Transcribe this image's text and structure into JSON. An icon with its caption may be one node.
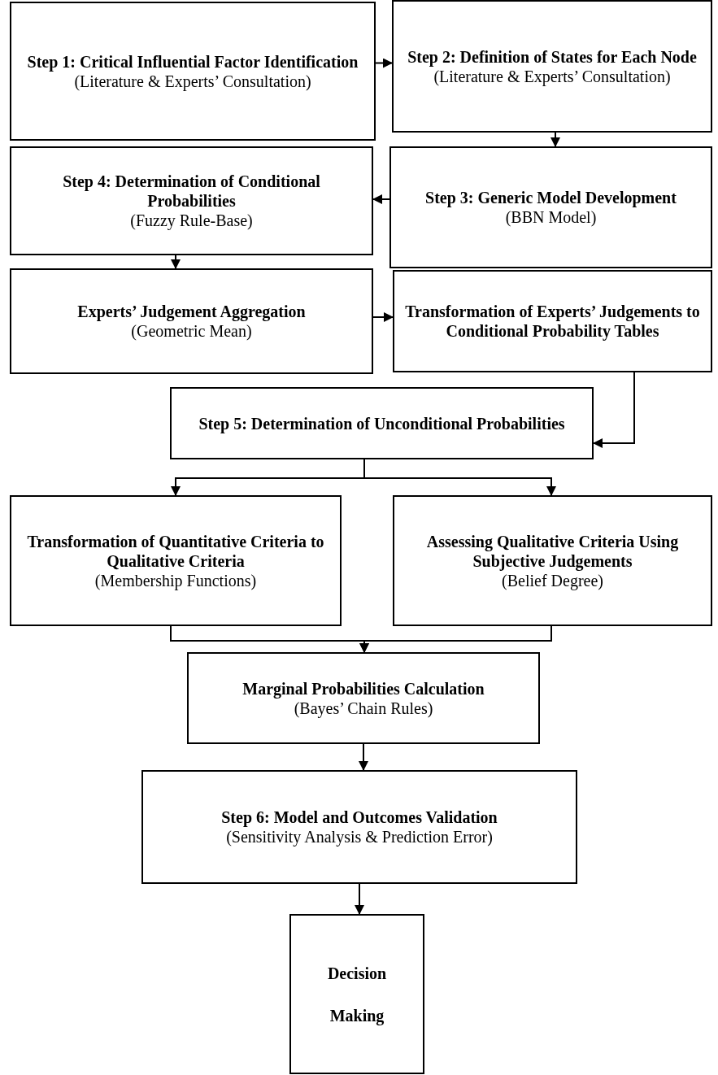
{
  "diagram": {
    "nodes": [
      {
        "text": [
          "Step 1: Critical Influential Factor Identification",
          "(Literature & Experts’ Consultation)"
        ]
      },
      {
        "text": [
          "Step 2: Definition of States for Each Node",
          "(Literature & Experts’ Consultation)"
        ]
      },
      {
        "text": [
          "Step 3: Generic Model Development",
          "(BBN Model)"
        ]
      },
      {
        "text": [
          "Step 4: Determination of Conditional Probabilities",
          "(Fuzzy Rule-Base)"
        ]
      },
      {
        "text": [
          "Experts’ Judgement Aggregation",
          "(Geometric Mean)"
        ]
      },
      {
        "text": [
          "Transformation of Experts’ Judgements to Conditional Probability Tables"
        ]
      },
      {
        "text": [
          "Step 5: Determination of Unconditional Probabilities"
        ]
      },
      {
        "text": [
          "Transformation of Quantitative Criteria to Qualitative Criteria",
          "(Membership Functions)"
        ]
      },
      {
        "text": [
          "Assessing Qualitative Criteria Using Subjective Judgements",
          "(Belief Degree)"
        ]
      },
      {
        "text": [
          "Marginal Probabilities Calculation",
          "(Bayes’ Chain Rules)"
        ]
      },
      {
        "text": [
          "Step 6: Model and Outcomes Validation",
          "(Sensitivity Analysis & Prediction Error)"
        ]
      },
      {
        "text": [
          "Decision Making"
        ]
      }
    ],
    "edges": [
      {
        "from": 0,
        "to": 1,
        "arrow": "to"
      },
      {
        "from": 1,
        "to": 2,
        "arrow": "to"
      },
      {
        "from": 2,
        "to": 3,
        "arrow": "to"
      },
      {
        "from": 3,
        "to": 4,
        "arrow": "to"
      },
      {
        "from": 4,
        "to": 5,
        "arrow": "to"
      },
      {
        "from": 5,
        "to": 6,
        "arrow": "to"
      },
      {
        "from": 6,
        "to": 7,
        "arrow": "to"
      },
      {
        "from": 6,
        "to": 8,
        "arrow": "to"
      },
      {
        "from": 7,
        "to": 9,
        "arrow": "to"
      },
      {
        "from": 8,
        "to": 9,
        "arrow": "to"
      },
      {
        "from": 9,
        "to": 10,
        "arrow": "to"
      },
      {
        "from": 10,
        "to": 11,
        "arrow": "to"
      }
    ]
  }
}
